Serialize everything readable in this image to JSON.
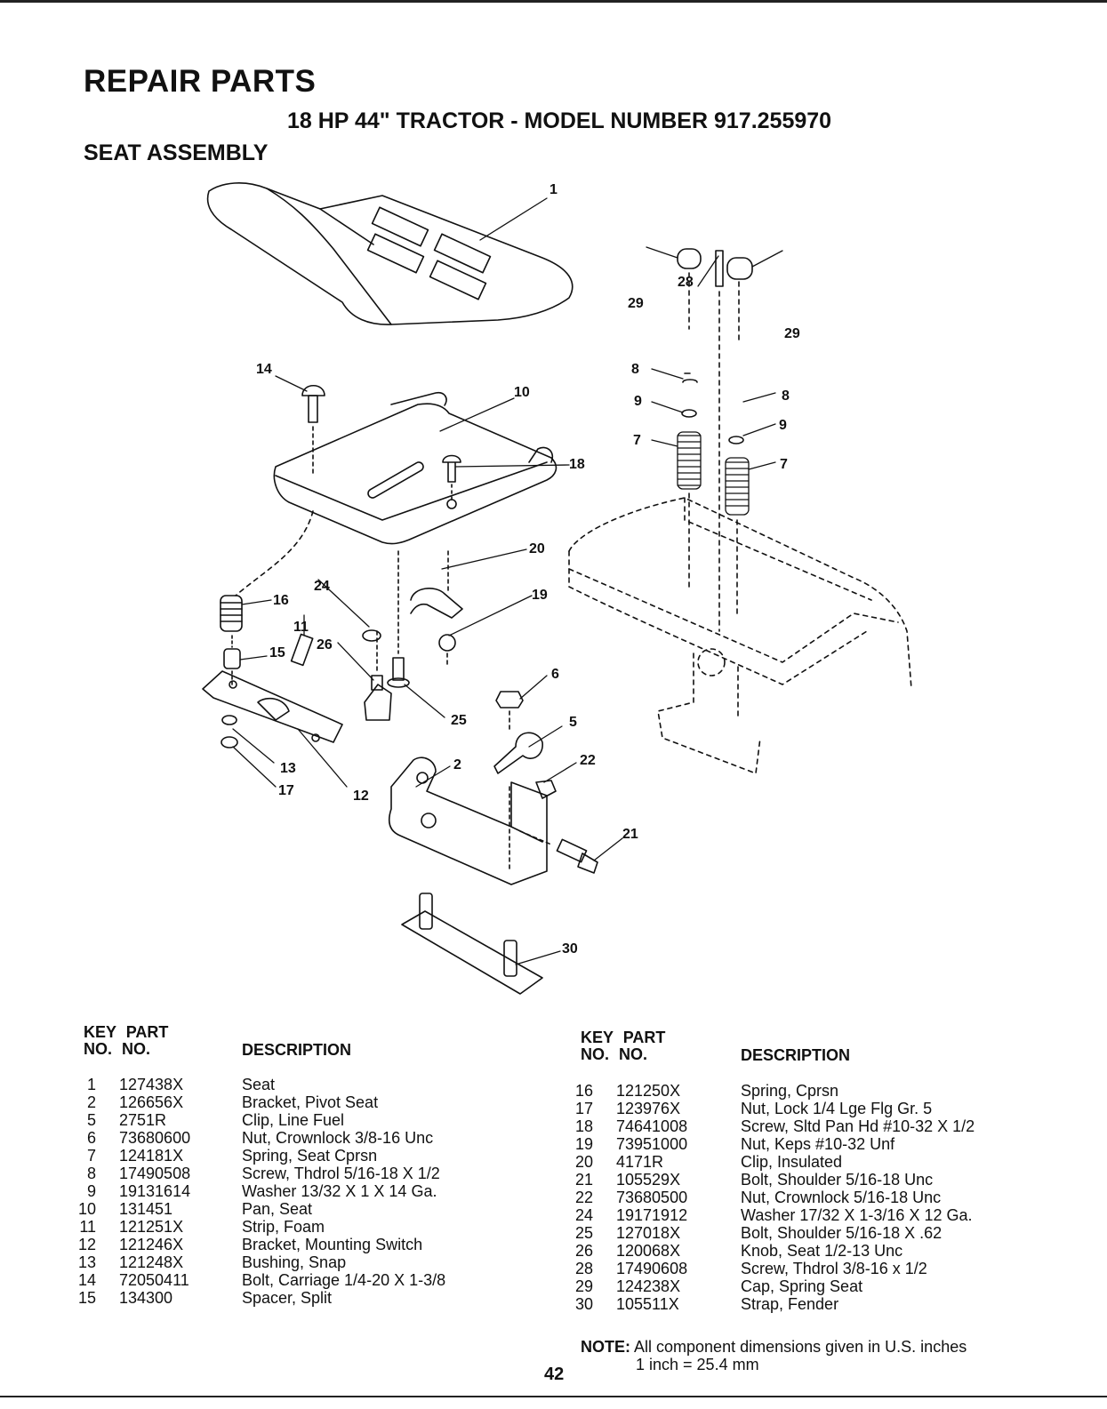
{
  "header": {
    "title": "REPAIR PARTS",
    "subtitle": "18 HP 44\" TRACTOR - MODEL NUMBER 917.255970",
    "section": "SEAT ASSEMBLY"
  },
  "diagram": {
    "callouts": [
      "1",
      "2",
      "5",
      "6",
      "7",
      "7",
      "8",
      "8",
      "9",
      "9",
      "10",
      "11",
      "12",
      "13",
      "14",
      "15",
      "16",
      "17",
      "18",
      "19",
      "20",
      "21",
      "22",
      "24",
      "25",
      "26",
      "28",
      "29",
      "29",
      "30"
    ]
  },
  "parts_table": {
    "columns": {
      "key_top": "KEY",
      "key_bottom": "NO.",
      "part_top": "PART",
      "part_bottom": "NO.",
      "description": "DESCRIPTION"
    },
    "left": [
      {
        "key": "1",
        "part": "127438X",
        "desc": "Seat"
      },
      {
        "key": "2",
        "part": "126656X",
        "desc": "Bracket, Pivot Seat"
      },
      {
        "key": "5",
        "part": "2751R",
        "desc": "Clip, Line Fuel"
      },
      {
        "key": "6",
        "part": "73680600",
        "desc": "Nut, Crownlock 3/8-16 Unc"
      },
      {
        "key": "7",
        "part": "124181X",
        "desc": "Spring, Seat Cprsn"
      },
      {
        "key": "8",
        "part": "17490508",
        "desc": "Screw, Thdrol 5/16-18 X 1/2"
      },
      {
        "key": "9",
        "part": "19131614",
        "desc": "Washer 13/32 X 1 X 14 Ga."
      },
      {
        "key": "10",
        "part": "131451",
        "desc": "Pan, Seat"
      },
      {
        "key": "11",
        "part": "121251X",
        "desc": "Strip, Foam"
      },
      {
        "key": "12",
        "part": "121246X",
        "desc": "Bracket, Mounting Switch"
      },
      {
        "key": "13",
        "part": "121248X",
        "desc": "Bushing, Snap"
      },
      {
        "key": "14",
        "part": "72050411",
        "desc": "Bolt, Carriage 1/4-20 X 1-3/8"
      },
      {
        "key": "15",
        "part": "134300",
        "desc": "Spacer, Split"
      }
    ],
    "right": [
      {
        "key": "16",
        "part": "121250X",
        "desc": "Spring, Cprsn"
      },
      {
        "key": "17",
        "part": "123976X",
        "desc": "Nut, Lock 1/4 Lge Flg Gr. 5"
      },
      {
        "key": "18",
        "part": "74641008",
        "desc": "Screw, Sltd Pan Hd #10-32 X 1/2"
      },
      {
        "key": "19",
        "part": "73951000",
        "desc": "Nut, Keps #10-32 Unf"
      },
      {
        "key": "20",
        "part": "4171R",
        "desc": "Clip, Insulated"
      },
      {
        "key": "21",
        "part": "105529X",
        "desc": "Bolt, Shoulder 5/16-18 Unc"
      },
      {
        "key": "22",
        "part": "73680500",
        "desc": "Nut, Crownlock 5/16-18 Unc"
      },
      {
        "key": "24",
        "part": "19171912",
        "desc": "Washer 17/32 X 1-3/16 X 12 Ga."
      },
      {
        "key": "25",
        "part": "127018X",
        "desc": "Bolt, Shoulder 5/16-18 X .62"
      },
      {
        "key": "26",
        "part": "120068X",
        "desc": "Knob, Seat 1/2-13 Unc"
      },
      {
        "key": "28",
        "part": "17490608",
        "desc": "Screw, Thdrol 3/8-16 x 1/2"
      },
      {
        "key": "29",
        "part": "124238X",
        "desc": "Cap, Spring Seat"
      },
      {
        "key": "30",
        "part": "105511X",
        "desc": "Strap, Fender"
      }
    ]
  },
  "note": {
    "label": "NOTE:",
    "line1": "All component dimensions given in U.S. inches",
    "line2": "1 inch = 25.4 mm"
  },
  "page_number": "42"
}
